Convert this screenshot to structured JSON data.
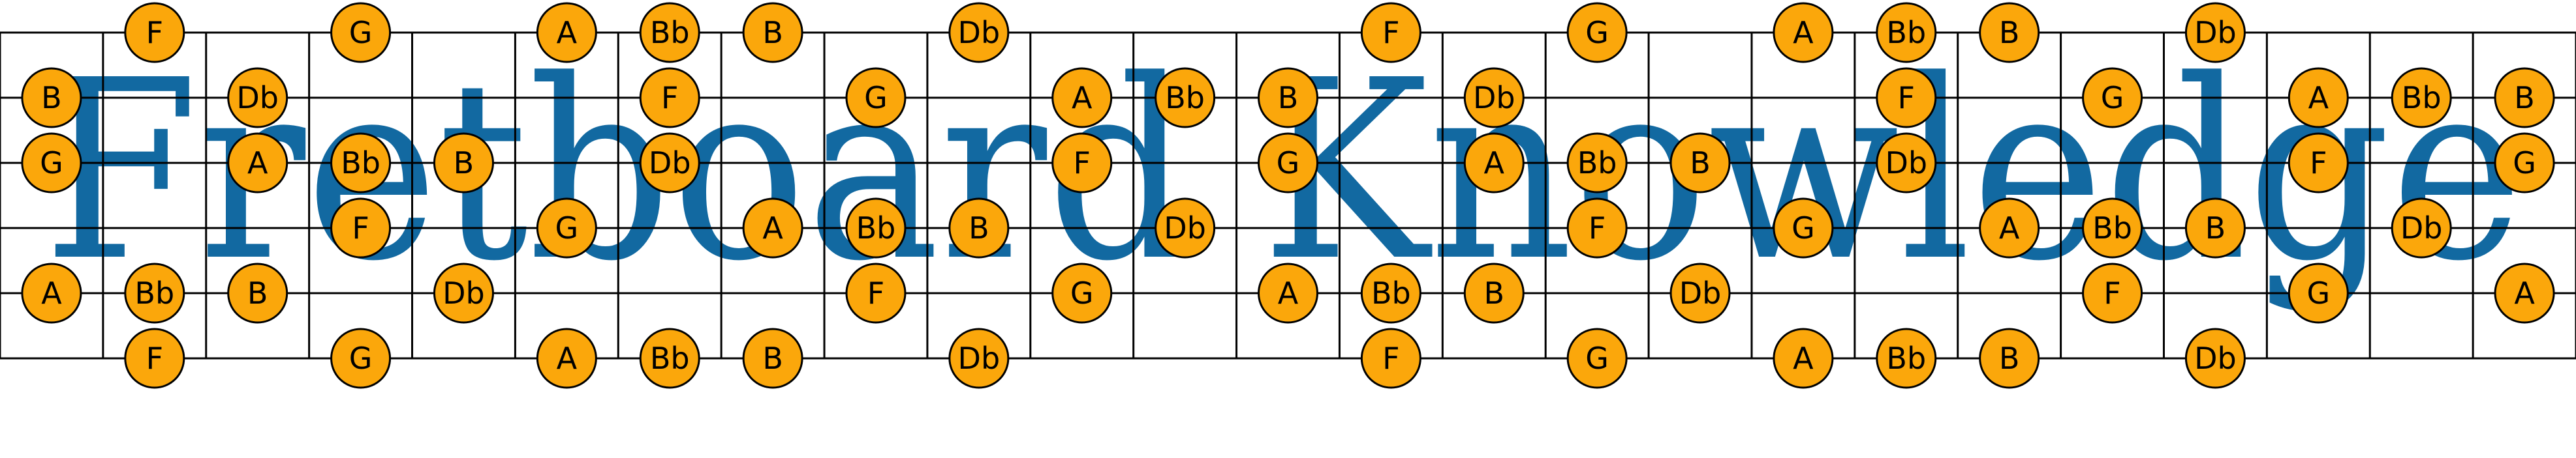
{
  "banner": {
    "title": "Fretboard Knowledge",
    "title_color": "#1269a1",
    "background": "#ffffff"
  },
  "fretboard": {
    "grid_color": "#000000",
    "note_fill": "#fba70b",
    "note_outline": "#000000",
    "note_label_color": "#000000",
    "num_strings": 6,
    "num_fret_spaces": 25,
    "note_names_shown": [
      "F",
      "G",
      "A",
      "Bb",
      "B",
      "Db"
    ],
    "strings": [
      {
        "string": 1,
        "notes": [
          [
            1,
            "F"
          ],
          [
            3,
            "G"
          ],
          [
            5,
            "A"
          ],
          [
            6,
            "Bb"
          ],
          [
            7,
            "B"
          ],
          [
            9,
            "Db"
          ],
          [
            13,
            "F"
          ],
          [
            15,
            "G"
          ],
          [
            17,
            "A"
          ],
          [
            18,
            "Bb"
          ],
          [
            19,
            "B"
          ],
          [
            21,
            "Db"
          ]
        ]
      },
      {
        "string": 2,
        "notes": [
          [
            0,
            "B"
          ],
          [
            2,
            "Db"
          ],
          [
            6,
            "F"
          ],
          [
            8,
            "G"
          ],
          [
            10,
            "A"
          ],
          [
            11,
            "Bb"
          ],
          [
            12,
            "B"
          ],
          [
            14,
            "Db"
          ],
          [
            18,
            "F"
          ],
          [
            20,
            "G"
          ],
          [
            22,
            "A"
          ],
          [
            23,
            "Bb"
          ],
          [
            24,
            "B"
          ]
        ]
      },
      {
        "string": 3,
        "notes": [
          [
            0,
            "G"
          ],
          [
            2,
            "A"
          ],
          [
            3,
            "Bb"
          ],
          [
            4,
            "B"
          ],
          [
            6,
            "Db"
          ],
          [
            10,
            "F"
          ],
          [
            12,
            "G"
          ],
          [
            14,
            "A"
          ],
          [
            15,
            "Bb"
          ],
          [
            16,
            "B"
          ],
          [
            18,
            "Db"
          ],
          [
            22,
            "F"
          ],
          [
            24,
            "G"
          ]
        ]
      },
      {
        "string": 4,
        "notes": [
          [
            3,
            "F"
          ],
          [
            5,
            "G"
          ],
          [
            7,
            "A"
          ],
          [
            8,
            "Bb"
          ],
          [
            9,
            "B"
          ],
          [
            11,
            "Db"
          ],
          [
            15,
            "F"
          ],
          [
            17,
            "G"
          ],
          [
            19,
            "A"
          ],
          [
            20,
            "Bb"
          ],
          [
            21,
            "B"
          ],
          [
            23,
            "Db"
          ]
        ]
      },
      {
        "string": 5,
        "notes": [
          [
            0,
            "A"
          ],
          [
            1,
            "Bb"
          ],
          [
            2,
            "B"
          ],
          [
            4,
            "Db"
          ],
          [
            8,
            "F"
          ],
          [
            10,
            "G"
          ],
          [
            12,
            "A"
          ],
          [
            13,
            "Bb"
          ],
          [
            14,
            "B"
          ],
          [
            16,
            "Db"
          ],
          [
            20,
            "F"
          ],
          [
            22,
            "G"
          ],
          [
            24,
            "A"
          ]
        ]
      },
      {
        "string": 6,
        "notes": [
          [
            1,
            "F"
          ],
          [
            3,
            "G"
          ],
          [
            5,
            "A"
          ],
          [
            6,
            "Bb"
          ],
          [
            7,
            "B"
          ],
          [
            9,
            "Db"
          ],
          [
            13,
            "F"
          ],
          [
            15,
            "G"
          ],
          [
            17,
            "A"
          ],
          [
            18,
            "Bb"
          ],
          [
            19,
            "B"
          ],
          [
            21,
            "Db"
          ]
        ]
      }
    ]
  }
}
